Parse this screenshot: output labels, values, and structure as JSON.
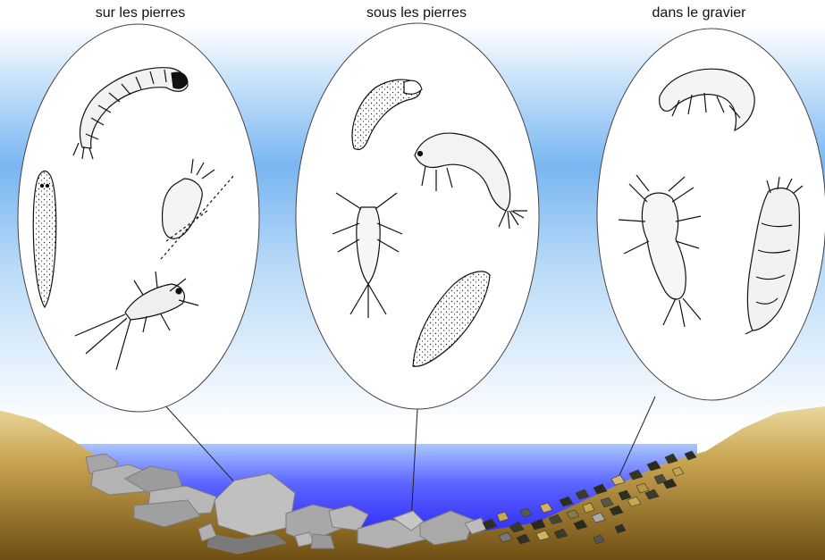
{
  "labels": {
    "on_stones": "sur les pierres",
    "under_stones": "sous les pierres",
    "in_gravel": "dans le gravier"
  },
  "colors": {
    "sky_top": "#ffffff",
    "sky_mid": "#7ab6f2",
    "water_top": "#8fb6ff",
    "water_deep": "#1b10f0",
    "bank_light": "#d8c07a",
    "bank_dark": "#7a5a18",
    "stone": "#a9a9a9",
    "stone_shade": "#6e6e6e",
    "gravel_dark": "#2e2e1e",
    "gravel_light": "#c8a84c"
  }
}
